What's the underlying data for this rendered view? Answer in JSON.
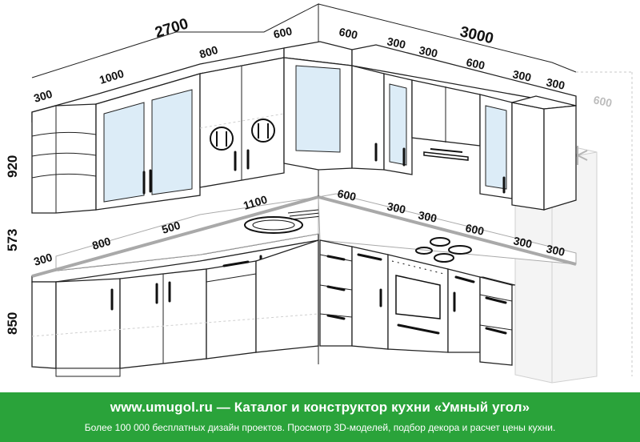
{
  "dimensions": {
    "wall_left_total": "2700",
    "wall_right_total": "3000",
    "top_600_left": "600",
    "top_800": "800",
    "top_1000": "1000",
    "top_300_left": "300",
    "top_600_right": "600",
    "top_300_a": "300",
    "top_300_b": "300",
    "top_600_c": "600",
    "top_300_c": "300",
    "top_300_d": "300",
    "fridge_600": "600",
    "height_upper": "920",
    "height_gap": "573",
    "height_base": "850",
    "base_300": "300",
    "base_800": "800",
    "base_500": "500",
    "base_1100": "1100",
    "base_600_a": "600",
    "base_300_a": "300",
    "base_300_b": "300",
    "base_600_b": "600",
    "base_300_c": "300",
    "base_300_d": "300"
  },
  "banner": {
    "title": "www.umugol.ru — Каталог и конструктор кухни «Умный угол»",
    "subtitle": "Более 100 000 бесплатных дизайн проектов. Просмотр 3D-моделей, подбор декора и расчет цены кухни.",
    "color": "#2aa33a"
  },
  "icons": [
    "plate-cutlery-icon",
    "snowflake-icon",
    "sink-icon",
    "cooktop-icon",
    "oven-icon",
    "range-hood-icon"
  ]
}
